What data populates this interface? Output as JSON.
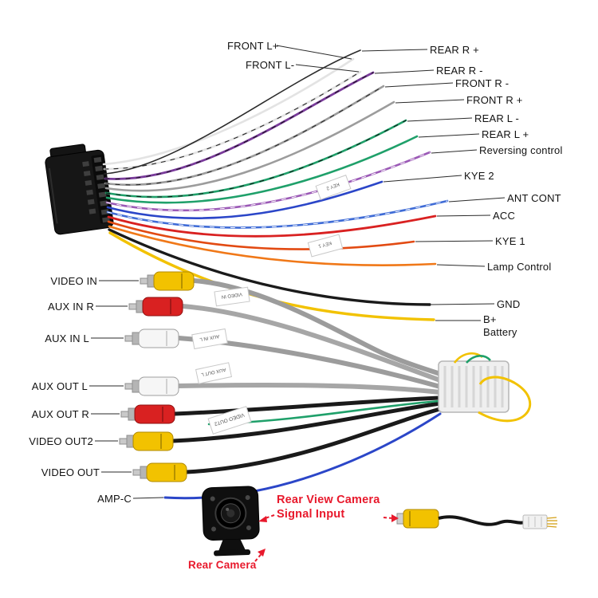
{
  "top_labels": {
    "front_l_plus": "FRONT L+",
    "front_l_minus": "FRONT L-",
    "rear_r_plus": "REAR R +",
    "rear_r_minus": "REAR R -",
    "front_r_minus": "FRONT R -",
    "front_r_plus": "FRONT R +",
    "rear_l_minus": "REAR L -",
    "rear_l_plus": "REAR L +",
    "reversing_control": "Reversing control",
    "kye_2": "KYE 2",
    "ant_cont": "ANT CONT",
    "acc": "ACC",
    "kye_1": "KYE 1",
    "lamp_control": "Lamp Control",
    "gnd": "GND",
    "b_plus": "B+",
    "battery": "Battery"
  },
  "rca_labels": {
    "video_in": "VIDEO IN",
    "aux_in_r": "AUX IN R",
    "aux_in_l": "AUX  IN L",
    "aux_out_l": "AUX OUT L",
    "aux_out_r": "AUX OUT R",
    "video_out2": "VIDEO OUT2",
    "video_out": "VIDEO OUT",
    "amp_c": "AMP-C"
  },
  "camera_section": {
    "signal_line1": "Rear View Camera",
    "signal_line2": "Signal Input",
    "camera_label": "Rear Camera"
  },
  "wire_tags": [
    "KEY 2",
    "KEY 1",
    "VIDEO IN",
    "AUX IN L",
    "AUX OUT L",
    "VIDEO OUT2"
  ],
  "colors": {
    "accent_red": "#e8192c",
    "wire_yellow": "#f2c200",
    "wire_red": "#d92121",
    "wire_purple": "#7a3b9b",
    "wire_green": "#1fa06a",
    "wire_blue": "#2b46c8",
    "wire_orange": "#f07818",
    "wire_gray": "#9c9c9c",
    "wire_black": "#1a1a1a",
    "wire_white": "#e3e3e3"
  }
}
